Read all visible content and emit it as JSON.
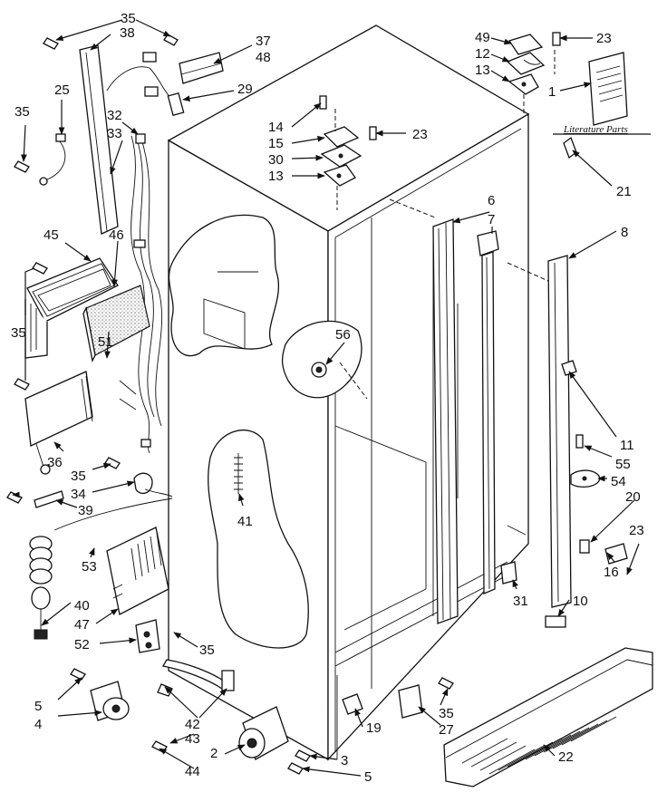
{
  "literature_label": "Literature Parts",
  "labels": [
    {
      "id": "35a",
      "text": "35"
    },
    {
      "id": "38",
      "text": "38"
    },
    {
      "id": "37",
      "text": "37"
    },
    {
      "id": "48",
      "text": "48"
    },
    {
      "id": "29",
      "text": "29"
    },
    {
      "id": "25",
      "text": "25"
    },
    {
      "id": "35b",
      "text": "35"
    },
    {
      "id": "32",
      "text": "32"
    },
    {
      "id": "33",
      "text": "33"
    },
    {
      "id": "49",
      "text": "49"
    },
    {
      "id": "12a",
      "text": "12"
    },
    {
      "id": "13a",
      "text": "13"
    },
    {
      "id": "23a",
      "text": "23"
    },
    {
      "id": "1",
      "text": "1"
    },
    {
      "id": "14",
      "text": "14"
    },
    {
      "id": "15",
      "text": "15"
    },
    {
      "id": "23b",
      "text": "23"
    },
    {
      "id": "30",
      "text": "30"
    },
    {
      "id": "13b",
      "text": "13"
    },
    {
      "id": "21",
      "text": "21"
    },
    {
      "id": "6",
      "text": "6"
    },
    {
      "id": "7",
      "text": "7"
    },
    {
      "id": "8",
      "text": "8"
    },
    {
      "id": "45",
      "text": "45"
    },
    {
      "id": "46",
      "text": "46"
    },
    {
      "id": "35c",
      "text": "35"
    },
    {
      "id": "56",
      "text": "56"
    },
    {
      "id": "35d",
      "text": "35"
    },
    {
      "id": "51",
      "text": "51"
    },
    {
      "id": "11",
      "text": "11"
    },
    {
      "id": "36",
      "text": "36"
    },
    {
      "id": "55",
      "text": "55"
    },
    {
      "id": "35e",
      "text": "35"
    },
    {
      "id": "54",
      "text": "54"
    },
    {
      "id": "34",
      "text": "34"
    },
    {
      "id": "20",
      "text": "20"
    },
    {
      "id": "39",
      "text": "39"
    },
    {
      "id": "41",
      "text": "41"
    },
    {
      "id": "23c",
      "text": "23"
    },
    {
      "id": "53",
      "text": "53"
    },
    {
      "id": "16",
      "text": "16"
    },
    {
      "id": "40",
      "text": "40"
    },
    {
      "id": "31",
      "text": "31"
    },
    {
      "id": "10",
      "text": "10"
    },
    {
      "id": "47",
      "text": "47"
    },
    {
      "id": "52",
      "text": "52"
    },
    {
      "id": "35f",
      "text": "35"
    },
    {
      "id": "5a",
      "text": "5"
    },
    {
      "id": "4",
      "text": "4"
    },
    {
      "id": "42",
      "text": "42"
    },
    {
      "id": "43",
      "text": "43"
    },
    {
      "id": "35g",
      "text": "35"
    },
    {
      "id": "19",
      "text": "19"
    },
    {
      "id": "27",
      "text": "27"
    },
    {
      "id": "22",
      "text": "22"
    },
    {
      "id": "2",
      "text": "2"
    },
    {
      "id": "3",
      "text": "3"
    },
    {
      "id": "44",
      "text": "44"
    },
    {
      "id": "5b",
      "text": "5"
    }
  ]
}
